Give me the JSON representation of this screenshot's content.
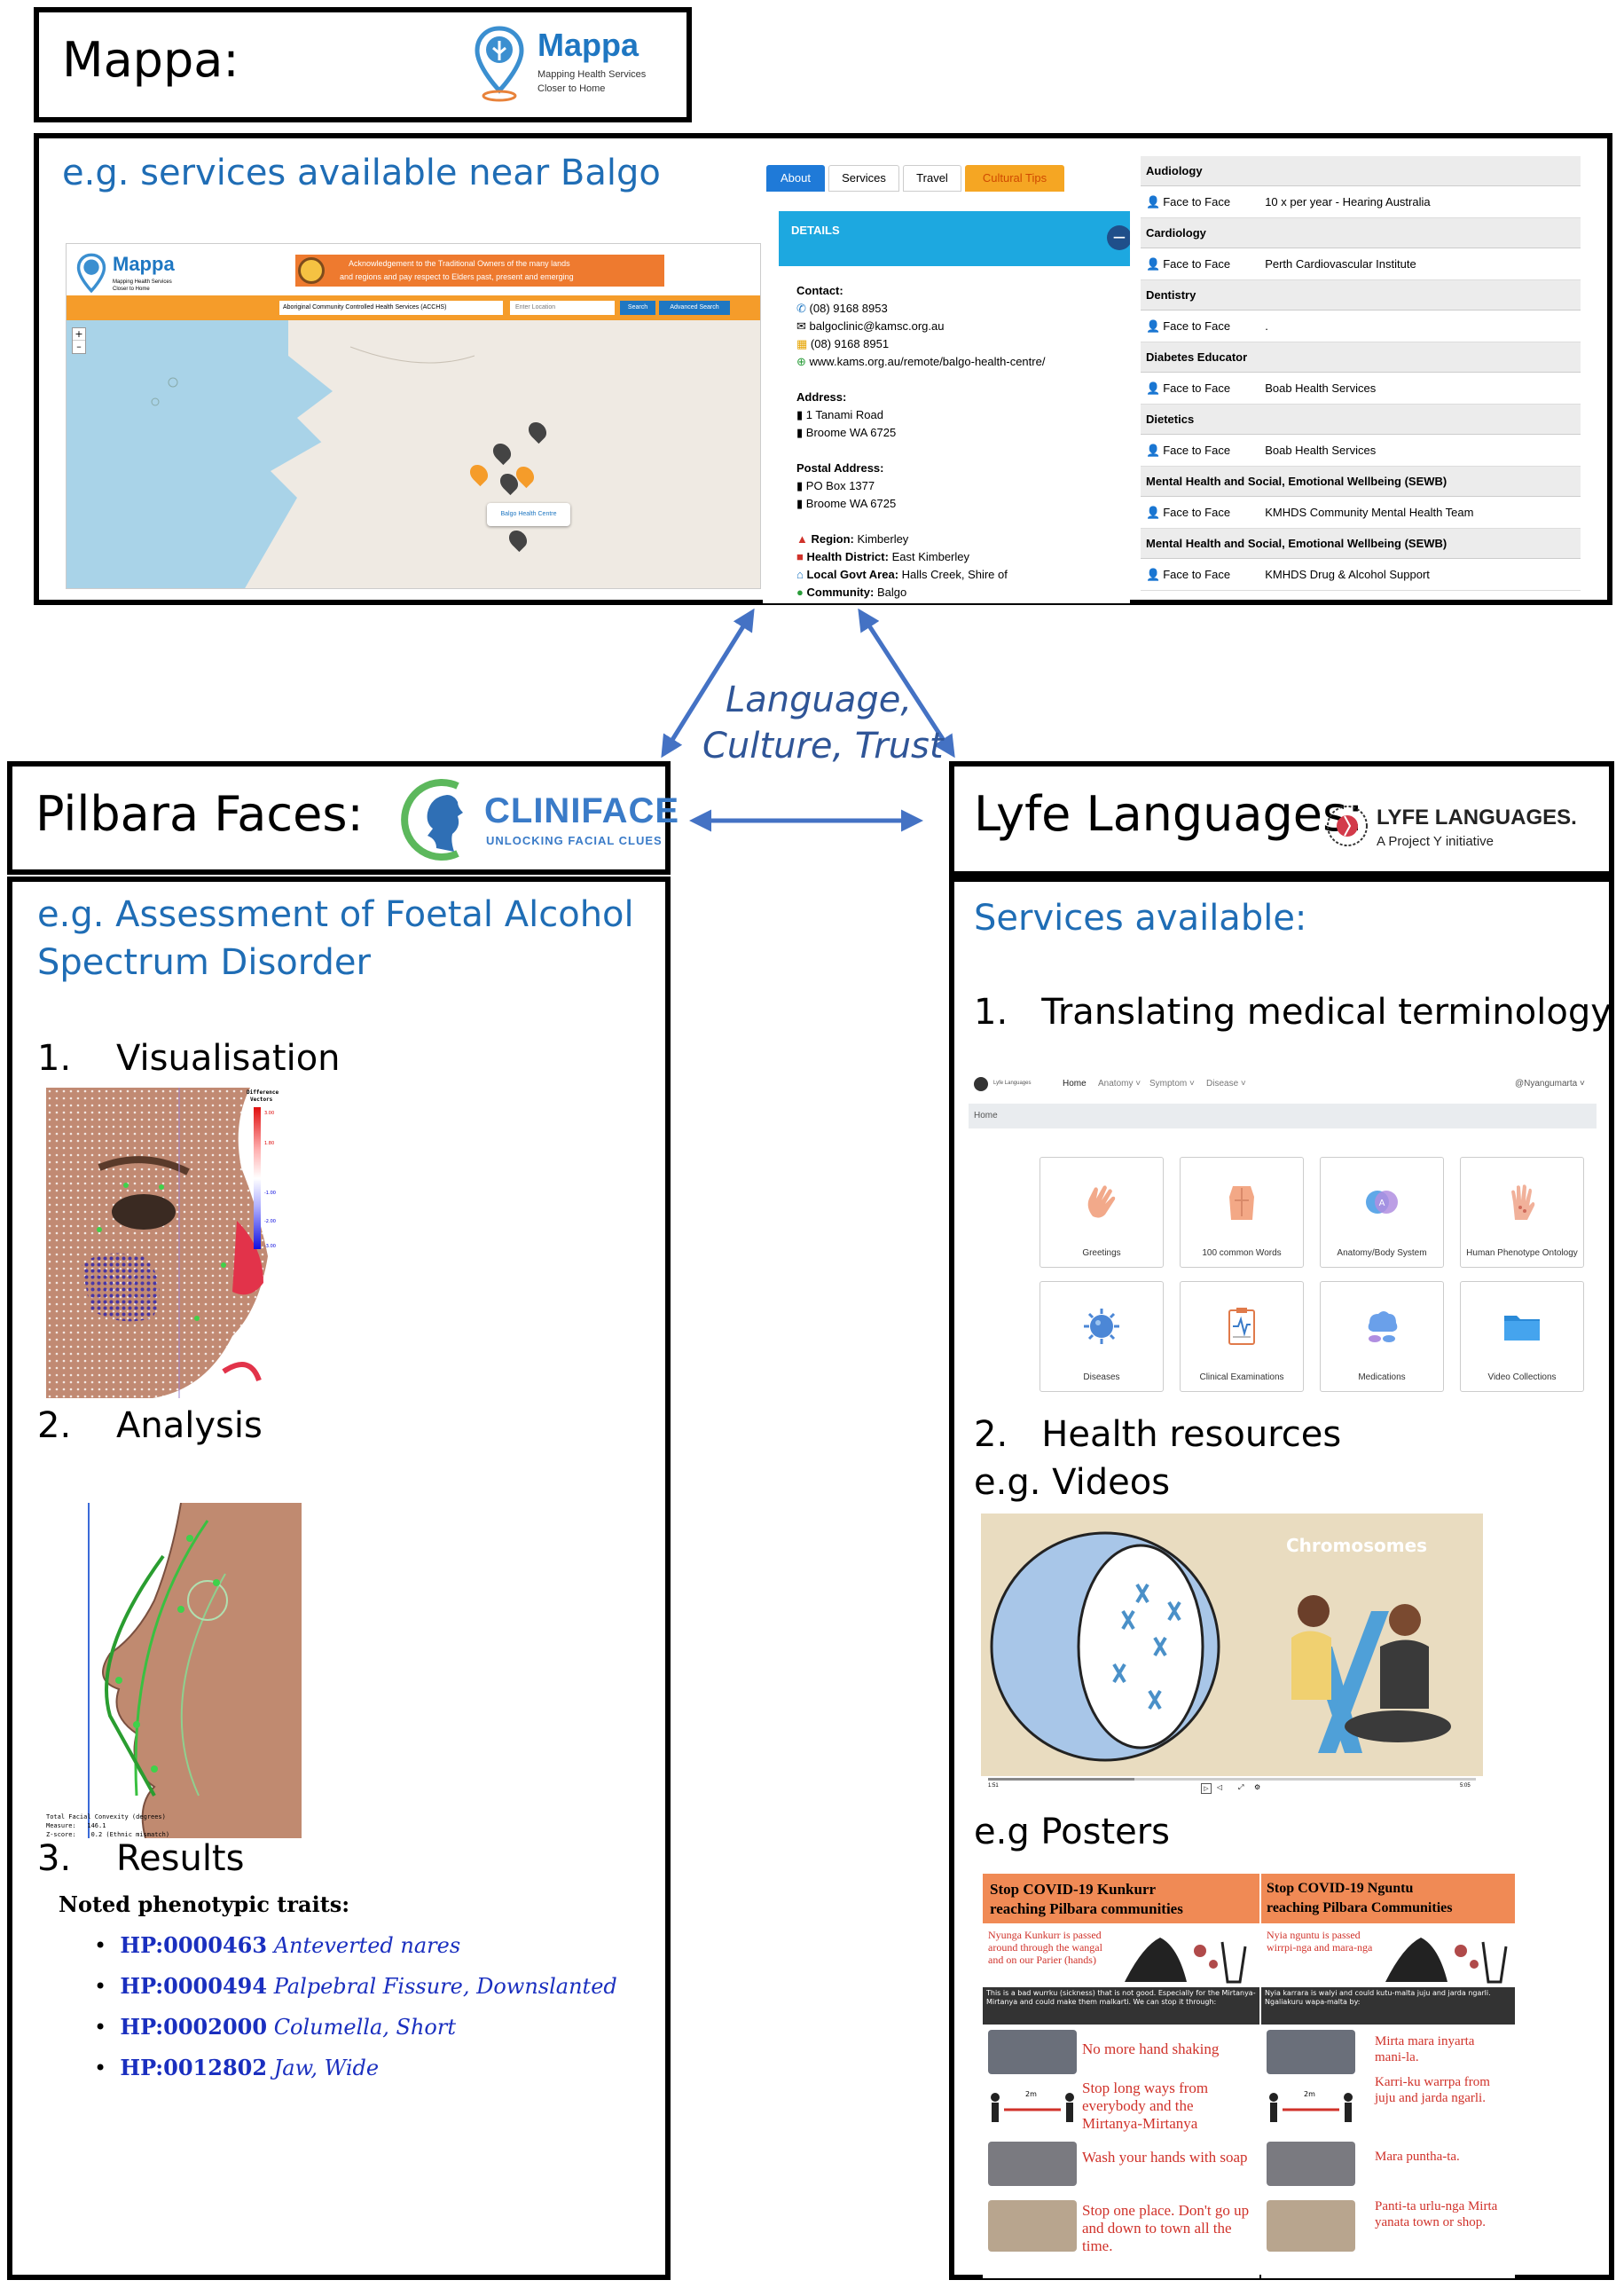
{
  "mappa": {
    "title": "Mappa:",
    "logo_name": "Mappa",
    "logo_sub1": "Mapping Health Services",
    "logo_sub2": "Closer to Home",
    "example": "e.g. services available near Balgo",
    "map_banner_line1": "Acknowledgement to the Traditional Owners of the many lands",
    "map_banner_line2": "and regions and pay respect to Elders past, present and emerging",
    "map_select": "Aboriginal Community Controlled Health Services (ACCHS)",
    "map_location_placeholder": "Enter Location",
    "map_search": "Search",
    "map_advanced": "Advanced Search",
    "map_popup": "Balgo Health Centre",
    "zoom_in": "+",
    "zoom_out": "–",
    "tabs": [
      "About",
      "Services",
      "Travel",
      "Cultural Tips"
    ],
    "details_header": "DETAILS",
    "contact_label": "Contact:",
    "phone": "(08) 9168 8953",
    "email": "balgoclinic@kamsc.org.au",
    "fax": "(08) 9168 8951",
    "website": "www.kams.org.au/remote/balgo-health-centre/",
    "address_label": "Address:",
    "address1": "1 Tanami Road",
    "address2": "Broome WA 6725",
    "postal_label": "Postal Address:",
    "postal1": "PO Box 1377",
    "postal2": "Broome WA 6725",
    "region_label": "Region:",
    "region": "Kimberley",
    "district_label": "Health District:",
    "district": "East Kimberley",
    "lga_label": "Local Govt Area:",
    "lga": "Halls Creek, Shire of",
    "community_label": "Community:",
    "community": "Balgo",
    "services": [
      {
        "category": "Audiology",
        "mode": "Face to Face",
        "provider": "10 x per year - Hearing Australia"
      },
      {
        "category": "Cardiology",
        "mode": "Face to Face",
        "provider": "Perth Cardiovascular Institute"
      },
      {
        "category": "Dentistry",
        "mode": "Face to Face",
        "provider": "."
      },
      {
        "category": "Diabetes Educator",
        "mode": "Face to Face",
        "provider": "Boab Health Services"
      },
      {
        "category": "Dietetics",
        "mode": "Face to Face",
        "provider": "Boab Health Services"
      },
      {
        "category": "Mental Health and Social, Emotional Wellbeing (SEWB)",
        "mode": "Face to Face",
        "provider": "KMHDS Community Mental Health Team"
      },
      {
        "category": "Mental Health and Social, Emotional Wellbeing (SEWB)",
        "mode": "Face to Face",
        "provider": "KMHDS Drug & Alcohol Support"
      }
    ]
  },
  "center": {
    "line1": "Language,",
    "line2": "Culture, Trust"
  },
  "pilbara": {
    "title": "Pilbara Faces:",
    "logo_name": "CLINIFACE",
    "logo_sub": "UNLOCKING FACIAL CLUES",
    "example_line1": "e.g. Assessment of Foetal Alcohol",
    "example_line2": "Spectrum Disorder",
    "step1": "1.    Visualisation",
    "step2": "2.    Analysis",
    "step3": "3.    Results",
    "legend_title1": "Difference",
    "legend_title2": "Vectors",
    "legend_ticks": [
      "3.00",
      "1.80",
      "-1.00",
      "-2.00",
      "-3.00"
    ],
    "analysis_caption1": "Total Facial Convexity (degrees)",
    "analysis_caption2": "Measure:   146.1",
    "analysis_caption3": "Z-score:    0.2 (Ethnic mismatch)",
    "traits_title": "Noted phenotypic traits:",
    "traits": [
      {
        "code": "HP:0000463",
        "name": "Anteverted nares"
      },
      {
        "code": "HP:0000494",
        "name": "Palpebral Fissure, Downslanted"
      },
      {
        "code": "HP:0002000",
        "name": "Columella, Short"
      },
      {
        "code": "HP:0012802",
        "name": "Jaw, Wide"
      }
    ]
  },
  "lyfe": {
    "title": "Lyfe Languages:",
    "logo_name": "LYFE LANGUAGES.",
    "logo_sub": "A Project Y initiative",
    "services_title": "Services available:",
    "step1": "1.   Translating medical terminology",
    "nav_brand": "Lyfe Languages",
    "nav": [
      "Home",
      "Anatomy ˅",
      "Symptom ˅",
      "Disease ˅"
    ],
    "nav_user": "@Nyangumarta ˅",
    "breadcrumb": "Home",
    "tiles": [
      "Greetings",
      "100 common Words",
      "Anatomy/Body System",
      "Human Phenotype Ontology",
      "Diseases",
      "Clinical Examinations",
      "Medications",
      "Video Collections"
    ],
    "step2": "2.   Health resources",
    "videos_label": "e.g. Videos",
    "video_title": "Chromosomes",
    "video_time_start": "1:51",
    "video_time_end": "5:05",
    "posters_label": "e.g Posters",
    "poster1": {
      "title1": "Stop COVID-19 Kunkurr",
      "title2": "reaching Pilbara communities",
      "intro": "Nyunga Kunkurr is passed around through the wangal and on our Parier (hands)",
      "note": "This is a bad wurrku (sickness) that is not good. Especially for the Mirtanya-Mirtanya and could make them malkarti. We can stop it through:",
      "items": [
        "No more hand shaking",
        "Stop long ways from everybody and the Mirtanya-Mirtanya",
        "Wash your hands with soap",
        "Stop one place. Don't go up and down to town all the time."
      ]
    },
    "poster2": {
      "title1": "Stop COVID-19 Nguntu",
      "title2": "reaching Pilbara Communities",
      "intro": "Nyia nguntu is passed wirrpi-nga and mara-nga",
      "note": "Nyia karrara is walyi and could kutu-malta juju and jarda ngarli. Ngaliakuru wapa-malta by:",
      "items": [
        "Mirta mara inyarta mani-la.",
        "Karri-ku warrpa from juju and jarda ngarli.",
        "Mara puntha-ta.",
        "Panti-ta urlu-nga Mirta yanata town or shop."
      ]
    },
    "distance": "2m"
  }
}
